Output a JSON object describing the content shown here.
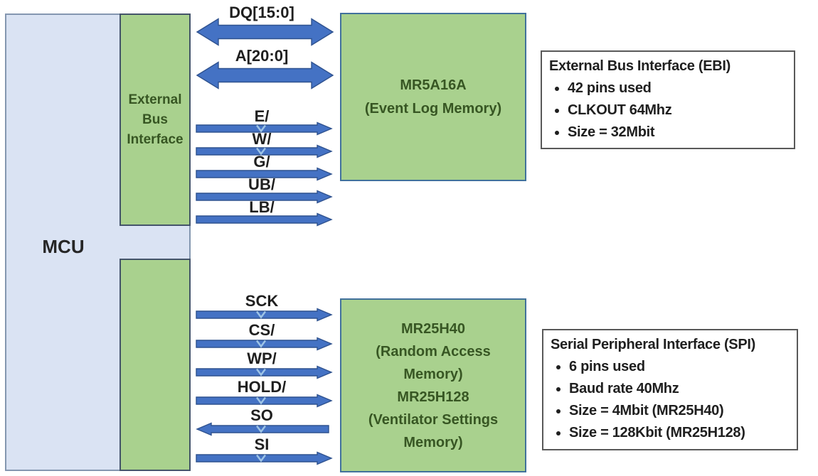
{
  "blocks": {
    "mcu_label": "MCU",
    "ebi_interface_label": "External Bus Interface",
    "event_log_memory_lines": [
      "MR5A16A",
      "(Event Log Memory)"
    ],
    "settings_memory_lines": [
      "MR25H40",
      "(Random Access",
      "Memory)",
      "MR25H128",
      "(Ventilator Settings",
      "Memory)"
    ]
  },
  "signals": {
    "ebi": [
      "DQ[15:0]",
      "A[20:0]",
      "E/",
      "W/",
      "G/",
      "UB/",
      "LB/"
    ],
    "spi": [
      "SCK",
      "CS/",
      "WP/",
      "HOLD/",
      "SO",
      "SI"
    ]
  },
  "notes": {
    "ebi": {
      "title": "External Bus Interface (EBI)",
      "bullets": [
        "42 pins used",
        "CLKOUT 64Mhz",
        "Size = 32Mbit"
      ]
    },
    "spi": {
      "title": "Serial Peripheral Interface (SPI)",
      "bullets": [
        "6 pins used",
        "Baud rate 40Mhz",
        "Size = 4Mbit (MR25H40)",
        "Size = 128Kbit (MR25H128)"
      ]
    }
  },
  "colors": {
    "mcu_fill": "#dae3f3",
    "block_fill": "#a9d18e",
    "block_text": "#375623",
    "arrow_fill": "#4472c4",
    "arrow_outline": "#2f528f",
    "chevron_mark": "#9dc3e6",
    "mcu_border": "#8497b0",
    "strip_border": "#44546a",
    "memory_border": "#41719c",
    "note_border": "#595959"
  }
}
